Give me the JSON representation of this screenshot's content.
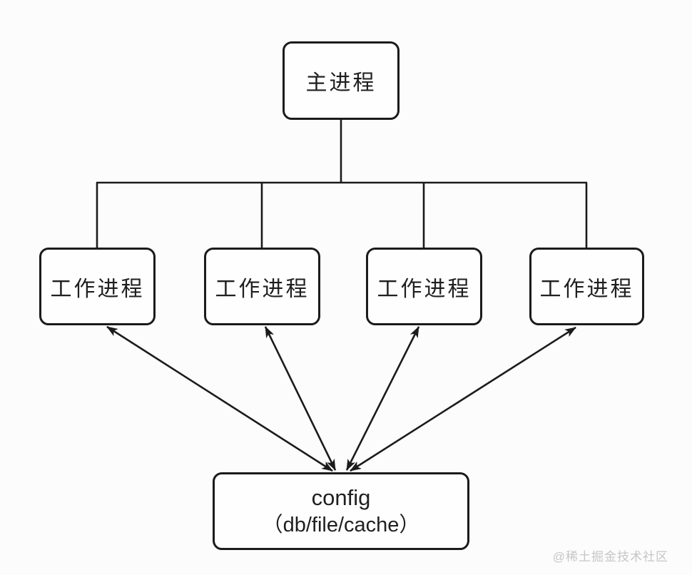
{
  "diagram": {
    "main_node": {
      "label": "主进程"
    },
    "worker_nodes": [
      {
        "label": "工作进程"
      },
      {
        "label": "工作进程"
      },
      {
        "label": "工作进程"
      },
      {
        "label": "工作进程"
      }
    ],
    "config_node": {
      "title": "config",
      "subtitle": "（db/file/cache）"
    },
    "watermark": {
      "text": "@稀土掘金技术社区"
    },
    "colors": {
      "background": "#fcfcfc",
      "node_fill": "#fefefe",
      "node_border": "#1b1b1b",
      "connector_line": "#1b1b1b",
      "text": "#1f1f1f",
      "watermark_text": "#c6c6c6"
    }
  }
}
